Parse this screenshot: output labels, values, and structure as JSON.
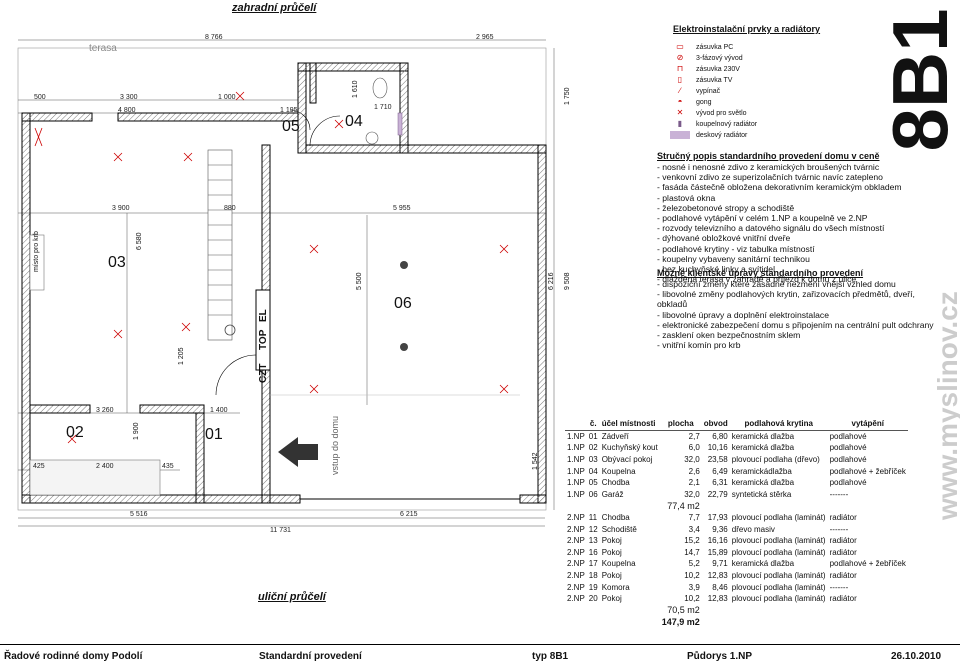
{
  "plan": {
    "header_top": "zahradní průčelí",
    "header_bottom": "uliční průčelí",
    "terrace_label": "terasa",
    "entrance_label": "vstup do domu",
    "fireplace_label": "místo pro krb",
    "tech_labels": [
      "CZT",
      "TOP",
      "EL"
    ],
    "rooms": [
      "01",
      "02",
      "03",
      "04",
      "05",
      "06"
    ],
    "dims": [
      "8 766",
      "2 965",
      "500",
      "3 300",
      "1 000",
      "4 800",
      "1 195",
      "1 610",
      "1 710",
      "1 750",
      "3 900",
      "880",
      "5 955",
      "6 580",
      "5 500",
      "6 216",
      "9 508",
      "1 205",
      "3 260",
      "1 400",
      "1 900",
      "425",
      "2 400",
      "435",
      "1 542",
      "5 516",
      "6 215",
      "11 731"
    ]
  },
  "legend": {
    "title": "Elektroinstalační prvky a radiátory",
    "items": [
      "zásuvka PC",
      "3-fázový vývod",
      "zásuvka 230V",
      "zásuvka TV",
      "vypínač",
      "gong",
      "vývod pro světlo",
      "koupelnový radiátor",
      "deskový radiátor"
    ],
    "badge": "8B1",
    "website": "www.myslinov.cz"
  },
  "standard": {
    "title": "Stručný popis standardního provedení domu v ceně",
    "lines": [
      "- nosné i nenosné zdivo z keramických broušených tvárnic",
      "- venkovní zdivo ze superizolačních tvárnic navíc zatepleno",
      "- fasáda částečně obložena dekorativním keramickým obkladem",
      "- plastová okna",
      "- železobetonové stropy a schodiště",
      "- podlahové vytápění v celém 1.NP a koupelně ve 2.NP",
      "- rozvody televizního a datového signálu do všech místností",
      "- dýhované obložkové vnitřní dveře",
      "- podlahové krytiny - viz tabulka místností",
      "- koupelny vybaveny sanitární technikou",
      "- bez kuchyňské linky a svítidel",
      "- dlážděná terasa v zahradě a příjezd k domu z ulice"
    ]
  },
  "options": {
    "title": "Možné klientské úpravy standardního provedení",
    "lines": [
      "- dispoziční změny které zásadně nezmění vnější vzhled domu",
      "- libovolné změny podlahových krytin, zařizovacích předmětů, dveří, obkladů",
      "- libovolné úpravy a doplnění elektroinstalace",
      "- elektronické zabezpečení domu s připojením na centrální pult odchrany",
      "- zasklení oken bezpečnostním sklem",
      "- vnitřní komín pro krb"
    ]
  },
  "table": {
    "headers": [
      "č.",
      "účel místnosti",
      "plocha",
      "obvod",
      "podlahová krytina",
      "vytápění"
    ],
    "rows1": [
      [
        "1.NP",
        "01",
        "Zádveří",
        "2,7",
        "6,80",
        "keramická dlažba",
        "podlahové"
      ],
      [
        "1.NP",
        "02",
        "Kuchyňský kout",
        "6,0",
        "10,16",
        "keramická dlažba",
        "podlahové"
      ],
      [
        "1.NP",
        "03",
        "Obývací pokoj",
        "32,0",
        "23,58",
        "plovoucí podlaha (dřevo)",
        "podlahové"
      ],
      [
        "1.NP",
        "04",
        "Koupelna",
        "2,6",
        "6,49",
        "keramickádlažba",
        "podlahové + žebříček"
      ],
      [
        "1.NP",
        "05",
        "Chodba",
        "2,1",
        "6,31",
        "keramická dlažba",
        "podlahové"
      ],
      [
        "1.NP",
        "06",
        "Garáž",
        "32,0",
        "22,79",
        "syntetická stěrka",
        "-------"
      ]
    ],
    "subtotal1": "77,4 m2",
    "rows2": [
      [
        "2.NP",
        "11",
        "Chodba",
        "7,7",
        "17,93",
        "plovoucí podlaha (laminát)",
        "radiátor"
      ],
      [
        "2.NP",
        "12",
        "Schodiště",
        "3,4",
        "9,36",
        "dřevo masiv",
        "-------"
      ],
      [
        "2.NP",
        "13",
        "Pokoj",
        "15,2",
        "16,16",
        "plovoucí podlaha (laminát)",
        "radiátor"
      ],
      [
        "2.NP",
        "16",
        "Pokoj",
        "14,7",
        "15,89",
        "plovoucí podlaha (laminát)",
        "radiátor"
      ],
      [
        "2.NP",
        "17",
        "Koupelna",
        "5,2",
        "9,71",
        "keramická dlažba",
        "podlahové + žebříček"
      ],
      [
        "2.NP",
        "18",
        "Pokoj",
        "10,2",
        "12,83",
        "plovoucí podlaha (laminát)",
        "radiátor"
      ],
      [
        "2.NP",
        "19",
        "Komora",
        "3,9",
        "8,46",
        "plovoucí podlaha (laminát)",
        "-------"
      ],
      [
        "2.NP",
        "20",
        "Pokoj",
        "10,2",
        "12,83",
        "plovoucí podlaha (laminát)",
        "radiátor"
      ]
    ],
    "subtotal2": "70,5 m2",
    "total": "147,9 m2"
  },
  "footer": {
    "project": "Řadové rodinné domy Podolí",
    "variant": "Standardní provedení",
    "type": "typ 8B1",
    "plan": "Půdorys 1.NP",
    "date": "26.10.2010"
  },
  "colors": {
    "wall": "#000000",
    "hatch": "#888888",
    "symbol": "#cc0000",
    "radiator": "#c9b2d6"
  }
}
